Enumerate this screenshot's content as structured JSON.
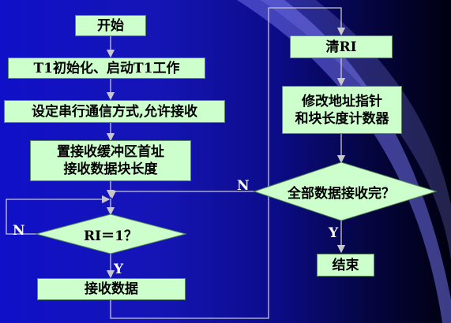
{
  "nodes": {
    "start": "开始",
    "t1_init": "T1初始化、启动T1工作",
    "set_mode": "设定串行通信方式,允许接收",
    "set_buffer_line1": "置接收缓冲区首址",
    "set_buffer_line2": "接收数据块长度",
    "check_ri": "RI＝1？",
    "receive_data": "接收数据",
    "clear_ri": "清RI",
    "modify_line1": "修改地址指针",
    "modify_line2": "和块长度计数器",
    "check_done": "全部数据接收完？",
    "end": "结束"
  },
  "labels": {
    "ri_no": "N",
    "ri_yes": "Y",
    "done_no": "N",
    "done_yes": "Y"
  },
  "colors": {
    "box_fill": "#ccffcc",
    "arrow": "#c8c8c8"
  }
}
